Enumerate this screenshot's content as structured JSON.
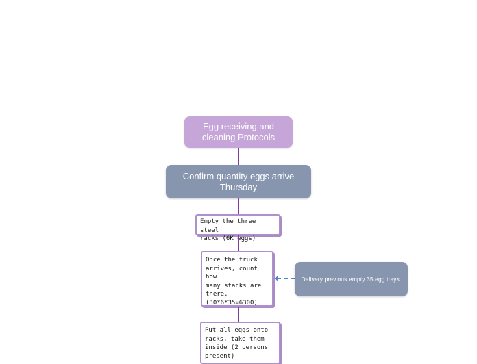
{
  "colors": {
    "lavender": "#c6a6d8",
    "slate": "#8796ae",
    "connector_purple": "#7b3fa0",
    "dashed_blue": "#4d84c4",
    "card_border": "#b08fd0",
    "card_shadow": "#a98cc4"
  },
  "flowchart": {
    "root": {
      "label": "Egg receiving and\ncleaning Protocols"
    },
    "confirm": {
      "label": "Confirm quantity eggs arrive\nThursday"
    },
    "empty_racks": {
      "label": "Empty the three steel\nracks (6K eggs)"
    },
    "count_stacks": {
      "label": "Once the truck\narrives, count how\nmany stacks are\nthere.\n(30*6*35=6300)"
    },
    "delivery_note": {
      "label": "Delivery previous empty 35 egg trays."
    },
    "put_eggs": {
      "label": "Put all eggs onto\nracks, take them\ninside (2 persons\npresent)"
    }
  }
}
